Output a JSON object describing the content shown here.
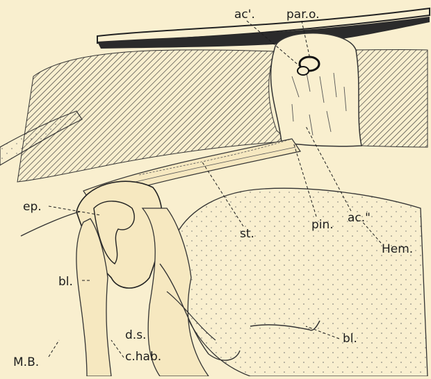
{
  "figure": {
    "labels": {
      "ac_prime": "ac'.",
      "par_o": "par.o.",
      "pin": "pin.",
      "ac_double_prime": "ac.\"",
      "st": "st.",
      "ep": "ep.",
      "hem": "Hem.",
      "bl_left": "bl.",
      "bl_right": "bl.",
      "ds": "d.s.",
      "c_hab": "c.hab.",
      "mb": "M.B."
    },
    "colors": {
      "background": "#f9efcf",
      "ink": "#1d1d1d"
    }
  }
}
